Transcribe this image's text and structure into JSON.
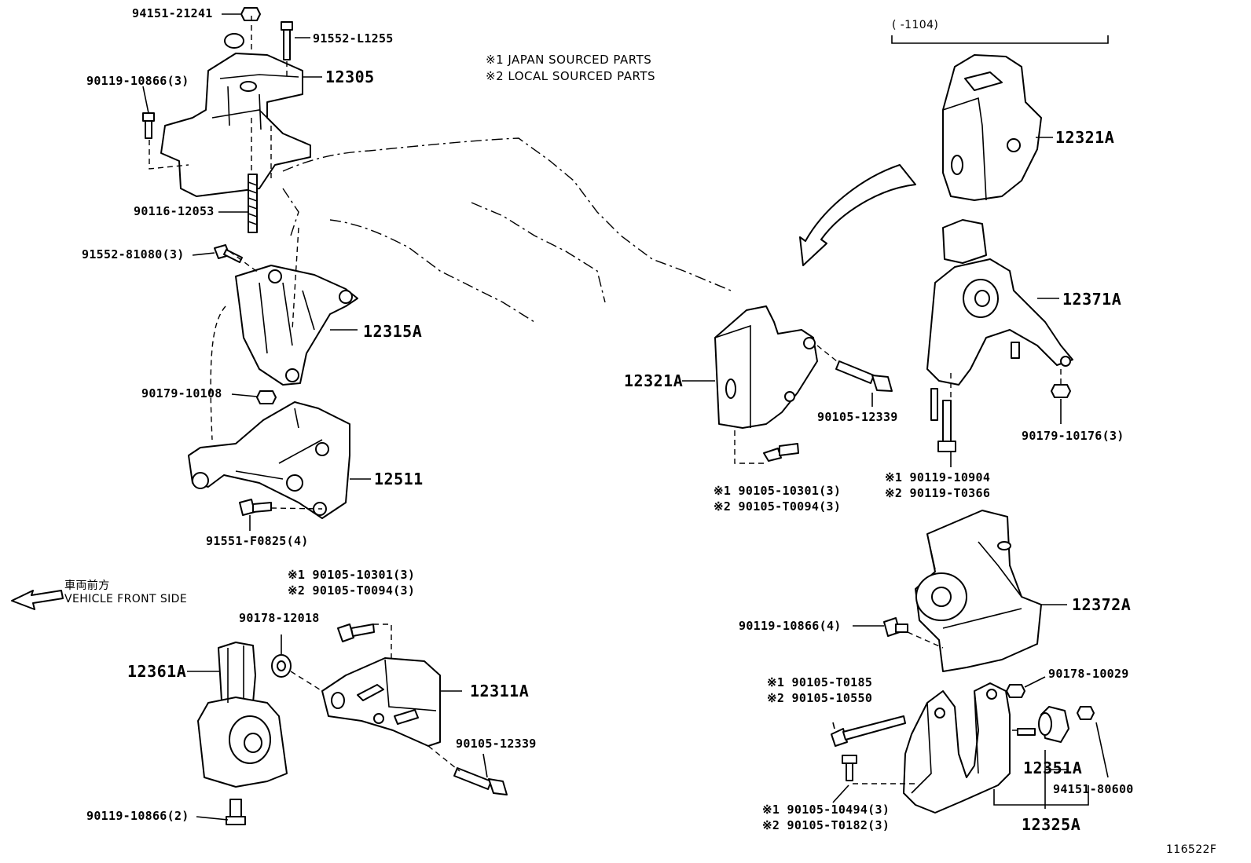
{
  "notes": {
    "n1": "※1 JAPAN SOURCED PARTS",
    "n2": "※2 LOCAL SOURCED PARTS",
    "date_range": "(      -1104)",
    "front_jp": "車両前方",
    "front_en": "VEHICLE FRONT SIDE",
    "figure_id": "116522F"
  },
  "labels": {
    "p94151_21241": "94151-21241",
    "p91552_L1255": "91552-L1255",
    "p90119_10866_3": "90119-10866(3)",
    "p12305": "12305",
    "p90116_12053": "90116-12053",
    "p91552_81080_3": "91552-81080(3)",
    "p12315A": "12315A",
    "p90179_10108": "90179-10108",
    "p12511": "12511",
    "p91551_F0825_4": "91551-F0825(4)",
    "p_bl_ref1": "※1  90105-10301(3)",
    "p_bl_ref2": "※2  90105-T0094(3)",
    "p90178_12018": "90178-12018",
    "p12361A": "12361A",
    "p12311A": "12311A",
    "p90105_12339_b": "90105-12339",
    "p90119_10866_2": "90119-10866(2)",
    "p12321A_top": "12321A",
    "p12371A": "12371A",
    "p12321A_mid": "12321A",
    "p90105_12339_m": "90105-12339",
    "p90179_10176_3": "90179-10176(3)",
    "p_m_ref1": "※1  90105-10301(3)",
    "p_m_ref2": "※2  90105-T0094(3)",
    "p_r_ref1": "※1 90119-10904",
    "p_r_ref2": "※2 90119-T0366",
    "p12372A": "12372A",
    "p90119_10866_4": "90119-10866(4)",
    "p_br_ref1": "※1 90105-T0185",
    "p_br_ref2": "※2 90105-10550",
    "p90178_10029": "90178-10029",
    "p12351A": "12351A",
    "p94151_80600": "94151-80600",
    "p_br2_ref1": "※1 90105-10494(3)",
    "p_br2_ref2": "※2 90105-T0182(3)",
    "p12325A": "12325A"
  }
}
